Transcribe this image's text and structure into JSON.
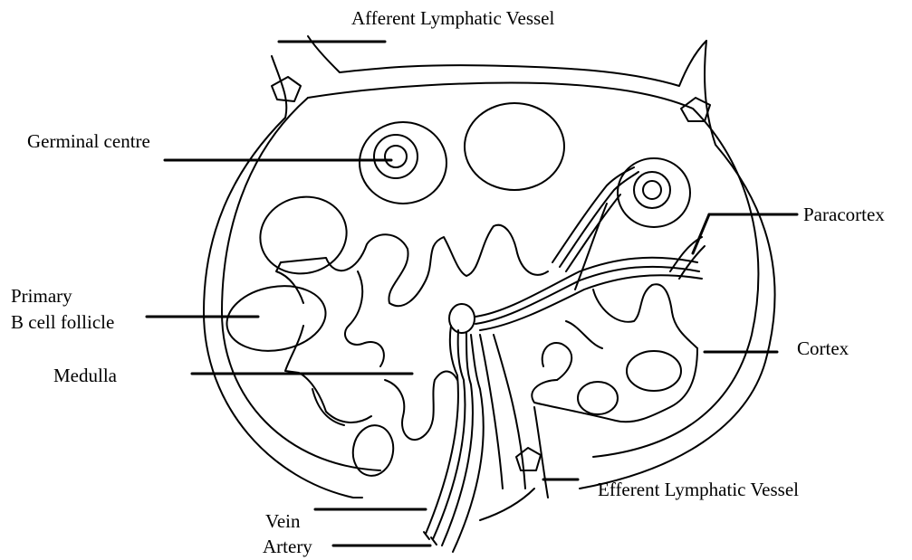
{
  "labels": {
    "afferent": "Afferent Lymphatic Vessel",
    "germinal": "Germinal centre",
    "paracortex": "Paracortex",
    "primary_line1": "Primary",
    "primary_line2": "B cell follicle",
    "cortex": "Cortex",
    "medulla": "Medulla",
    "efferent": "Efferent Lymphatic Vessel",
    "vein": "Vein",
    "artery": "Artery"
  }
}
